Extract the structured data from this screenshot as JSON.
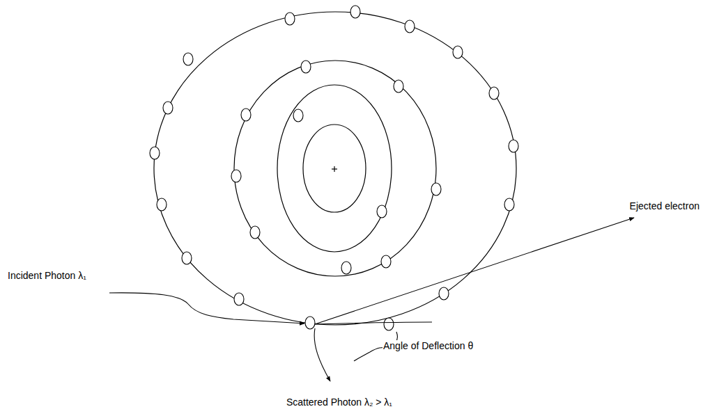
{
  "diagram": {
    "labels": [
      "Incident Photon λ₁",
      "Ejected electron",
      "Angle of Deflection θ",
      "Scattered Photon λ₂ > λ₁"
    ]
  }
}
